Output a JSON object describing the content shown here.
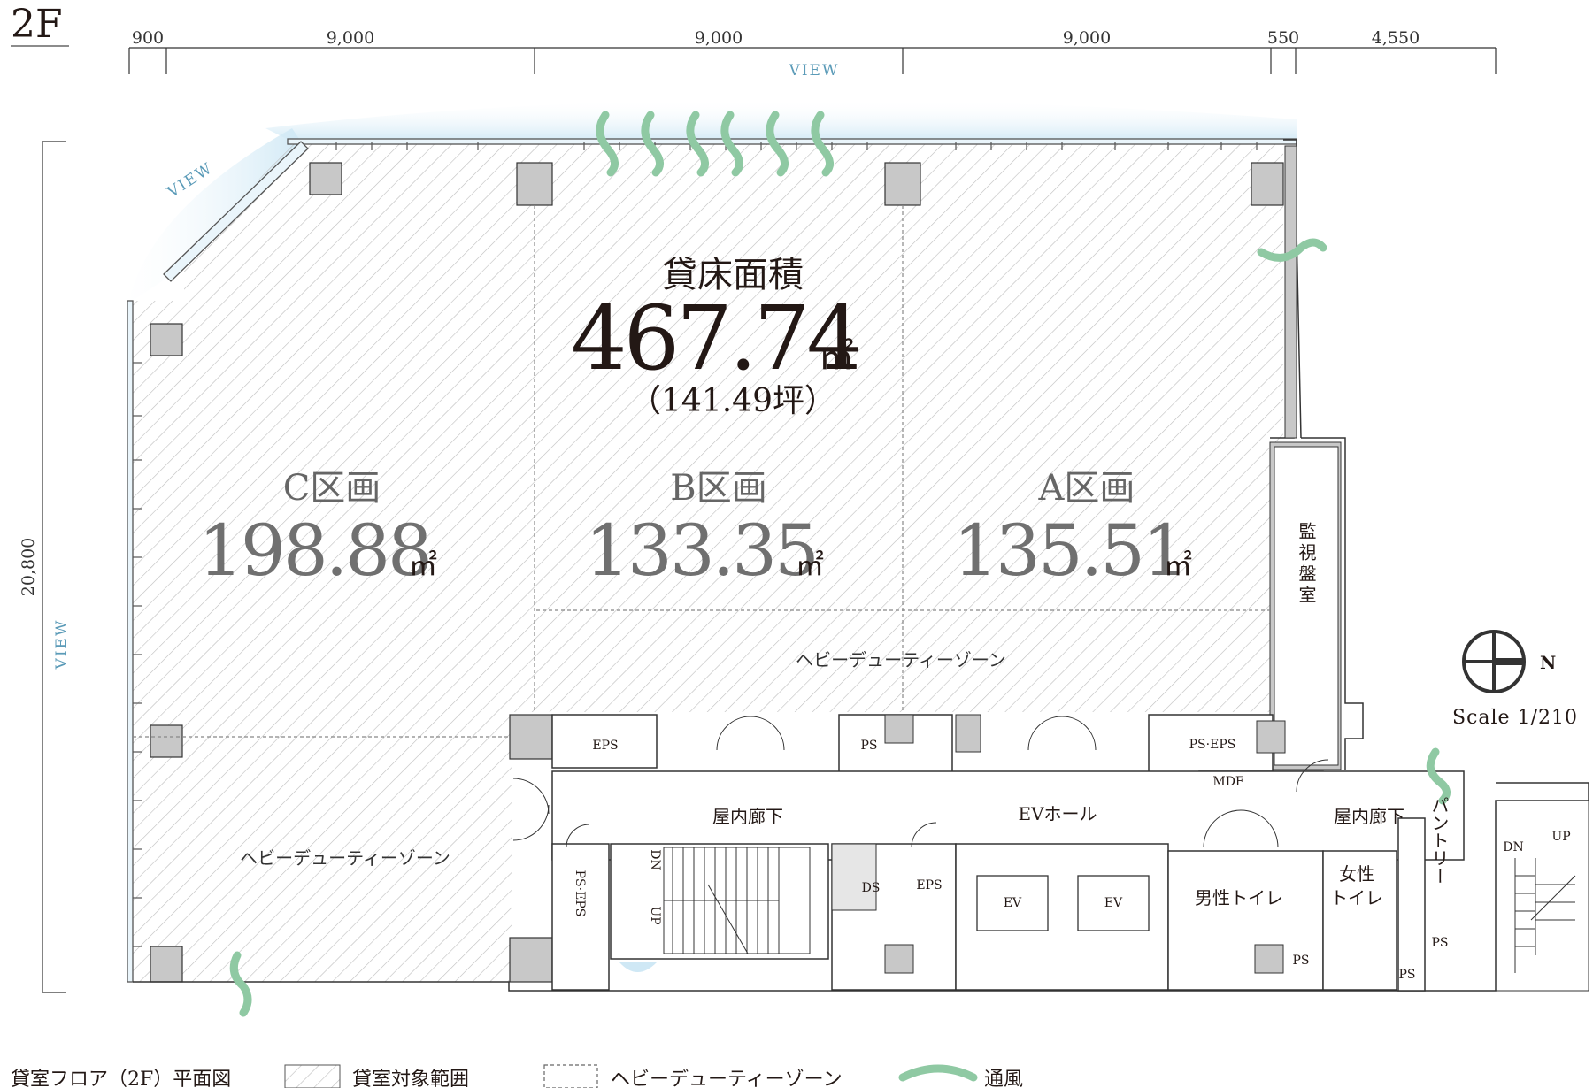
{
  "floor_label": "2F",
  "dimensions": {
    "top": [
      "900",
      "9,000",
      "9,000",
      "9,000",
      "550",
      "4,550"
    ],
    "left": "20,800"
  },
  "view_label": "VIEW",
  "total": {
    "label": "貸床面積",
    "area_value": "467.74",
    "unit": "㎡",
    "tsubo": "（141.49坪）"
  },
  "zones": [
    {
      "name": "C区画",
      "area": "198.88",
      "unit": "㎡"
    },
    {
      "name": "B区画",
      "area": "133.35",
      "unit": "㎡"
    },
    {
      "name": "A区画",
      "area": "135.51",
      "unit": "㎡"
    }
  ],
  "heavy_duty_zone_label": "ヘビーデューティーゾーン",
  "rooms": {
    "monitor_room": "監視盤室",
    "eps": "EPS",
    "ps": "PS",
    "ps_eps": "PS·EPS",
    "ps_eps_vertical": "PS·EPS",
    "mdf": "MDF",
    "corridor": "屋内廊下",
    "ev_hall": "EVホール",
    "ev": "EV",
    "ds": "DS",
    "mens_toilet": "男性トイレ",
    "womens_toilet_1": "女性",
    "womens_toilet_2": "トイレ",
    "pantry": "パントリー",
    "dn": "DN",
    "up": "UP"
  },
  "compass": {
    "north": "N"
  },
  "scale": "Scale 1/210",
  "legend": {
    "title": "貸室フロア（2F）平面図",
    "rental_area": "貸室対象範囲",
    "heavy_duty": "ヘビーデューティーゾーン",
    "ventilation": "通風"
  },
  "colors": {
    "wall": "#c8c8c8",
    "hatch": "#b5b5b5",
    "view_glow": "#cfe8f5",
    "ventilation": "#8fc9a3",
    "text": "#231815"
  }
}
